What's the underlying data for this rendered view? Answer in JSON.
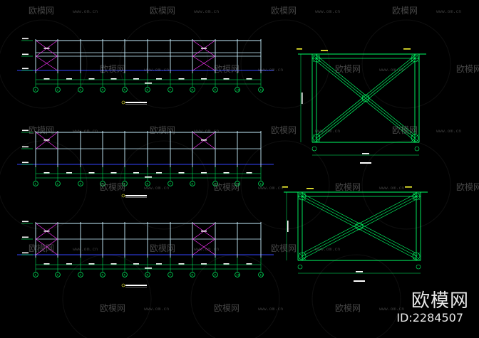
{
  "watermark": {
    "brand": "欧模网",
    "id_text": "ID:2284507",
    "repeat_brand": "欧模网",
    "repeat_url": "www.om.cn"
  },
  "colors": {
    "background": "#000000",
    "grid_line": "#00ff66",
    "frame": "#c8f0ff",
    "brace": "#ff33ff",
    "ground": "#3344ff",
    "text": "#ffffff",
    "dimension": "#00ff66",
    "label": "#ffff33"
  },
  "elevations": {
    "column_axis_labels": [
      "1",
      "2",
      "3",
      "4",
      "5",
      "6",
      "7",
      "8",
      "9",
      "10",
      "11"
    ],
    "level_labels": [
      "",
      "",
      ""
    ]
  },
  "details": {
    "top_caption": "",
    "bottom_caption": ""
  }
}
